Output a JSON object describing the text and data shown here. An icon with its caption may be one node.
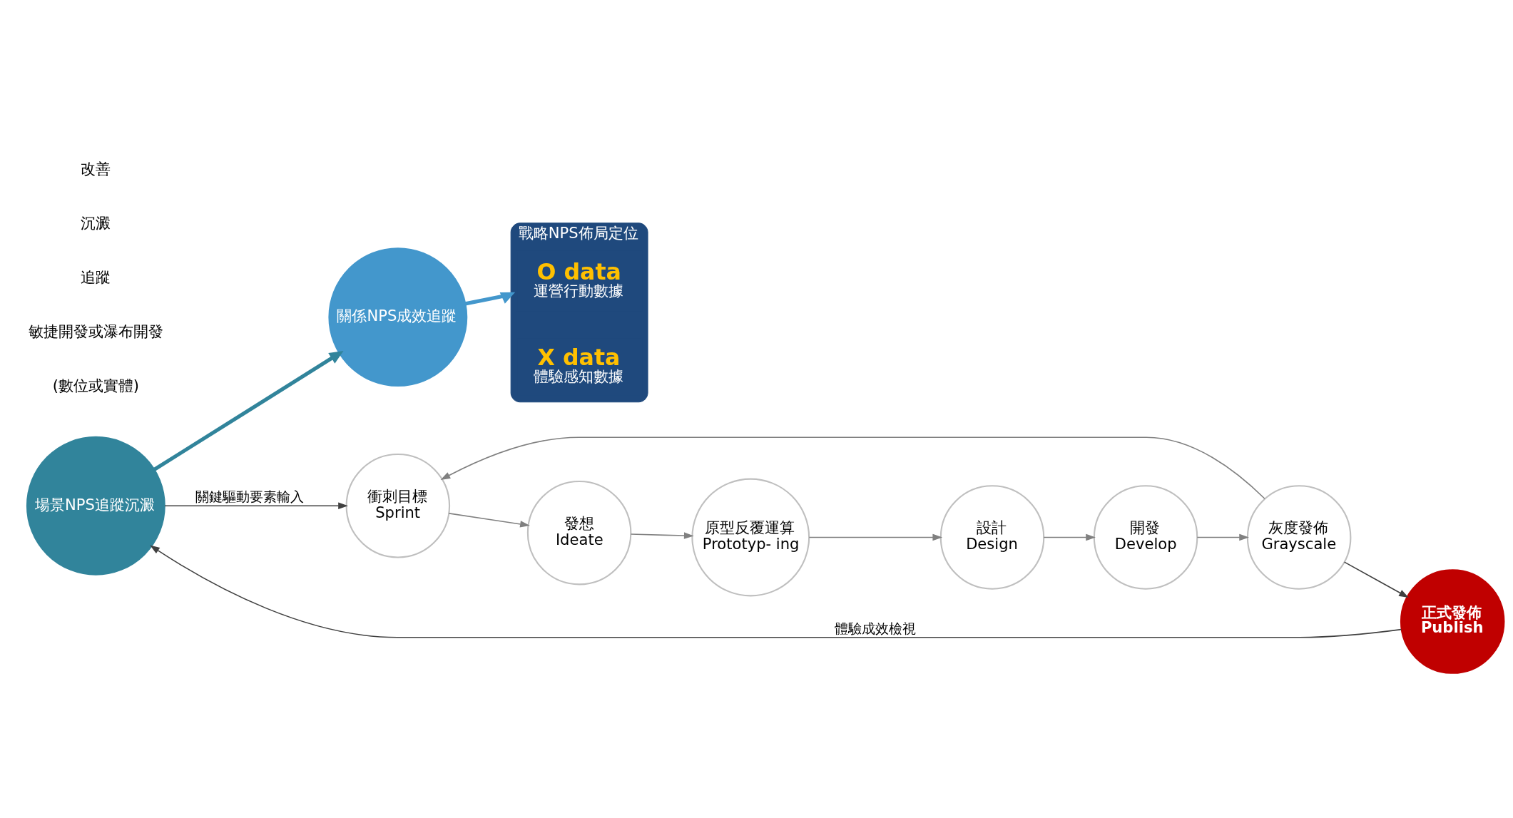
{
  "diagram": {
    "nodes": [
      {
        "text": [
          "戰略NPS佈局定位"
        ]
      },
      {
        "text": [
          "O data",
          "運營行動數據"
        ],
        "in": 0
      },
      {
        "text": [
          "X data",
          "體驗感知數據"
        ],
        "in": 0
      },
      {
        "text": [
          "場景NPS追蹤沉澱"
        ]
      },
      {
        "text": [
          "關係NPS成效追蹤"
        ]
      },
      {
        "text": [
          "正式發佈",
          "Publish"
        ]
      },
      {
        "text": [
          "發想",
          "Ideate"
        ]
      },
      {
        "text": [
          "原型反覆運算",
          "Prototyp- ing"
        ]
      },
      {
        "text": [
          "設計",
          "Design"
        ]
      },
      {
        "text": [
          "開發",
          "Develop"
        ]
      },
      {
        "text": [
          "灰度發佈",
          "Grayscale"
        ]
      },
      {
        "text": [
          "衝刺目標",
          "Sprint"
        ]
      }
    ],
    "edges": [
      {
        "from": 3,
        "to": 4,
        "arrow": "to",
        "style": "thick",
        "color": "#31849b"
      },
      {
        "from": 4,
        "to": 0,
        "arrow": "to",
        "style": "thick",
        "color": "#4397cc"
      },
      {
        "from": 3,
        "to": 11,
        "arrow": "to",
        "label": "關鍵驅動要素輸入",
        "color": "#404040"
      },
      {
        "from": 5,
        "to": 3,
        "arrow": "to",
        "label": "體驗成效檢視",
        "color": "#404040"
      },
      {
        "from": 10,
        "to": 5,
        "arrow": "to",
        "color": "#404040"
      },
      {
        "from": 11,
        "to": 6,
        "arrow": "to"
      },
      {
        "from": 6,
        "to": 7,
        "arrow": "to"
      },
      {
        "from": 7,
        "to": 8,
        "arrow": "to"
      },
      {
        "from": 8,
        "to": 9,
        "arrow": "to"
      },
      {
        "from": 9,
        "to": 10,
        "arrow": "to"
      },
      {
        "from": 10,
        "to": 11,
        "arrow": "to"
      }
    ],
    "labels": [
      "改善",
      "沉澱",
      "追蹤",
      "敏捷開發或瀑布開發",
      "(數位或實體)"
    ]
  }
}
